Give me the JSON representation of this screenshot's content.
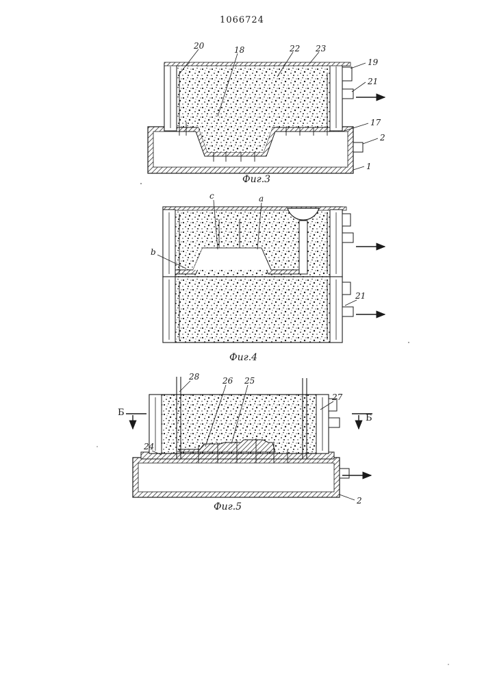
{
  "document": {
    "patent_number": "1066724"
  },
  "figures": [
    {
      "caption": "Фиг.3",
      "callouts": [
        "20",
        "18",
        "22",
        "23",
        "19",
        "21",
        "17",
        "2",
        "1"
      ]
    },
    {
      "caption": "Фиг.4",
      "callouts": [
        "c",
        "a",
        "b",
        "21"
      ]
    },
    {
      "caption": "Фиг.5",
      "callouts": [
        "28",
        "26",
        "25",
        "27",
        "24",
        "2"
      ],
      "section_marks": [
        "Б",
        "Б"
      ]
    }
  ]
}
